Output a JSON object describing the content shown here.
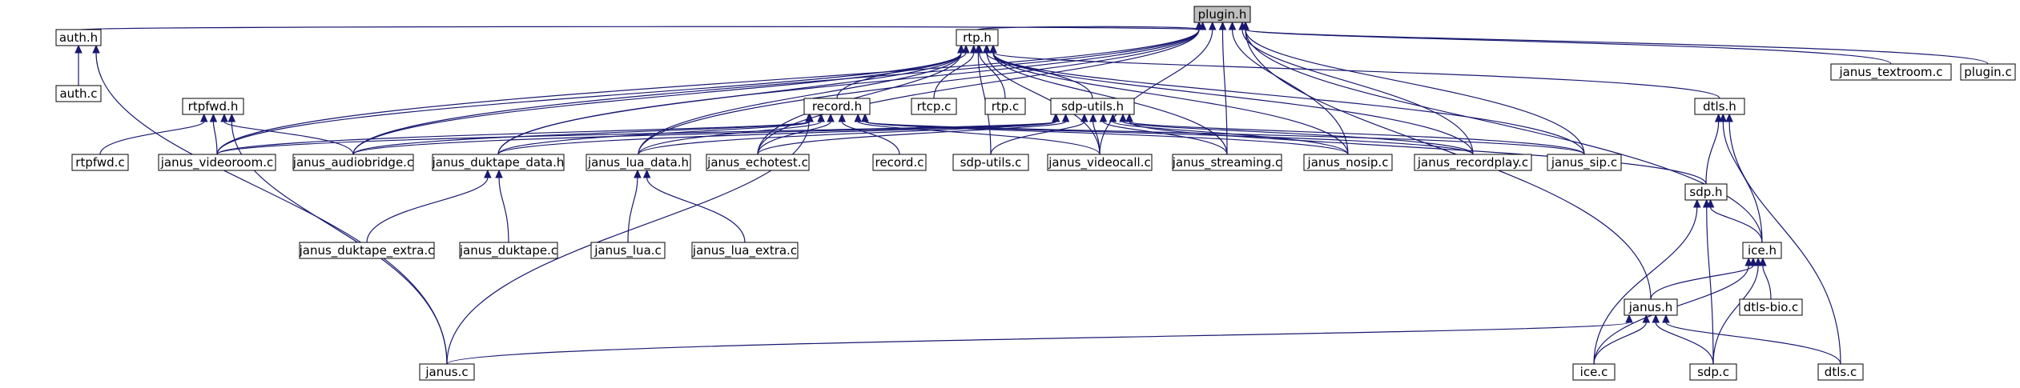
{
  "graph": {
    "title": "",
    "edge_color": "#191970",
    "root_fill": "#bfbfbf",
    "nodes": [
      {
        "id": "plugin_h",
        "label": "plugin.h",
        "root": true
      },
      {
        "id": "auth_h",
        "label": "auth.h"
      },
      {
        "id": "rtp_h",
        "label": "rtp.h"
      },
      {
        "id": "janus_textroom_c",
        "label": "janus_textroom.c"
      },
      {
        "id": "plugin_c",
        "label": "plugin.c"
      },
      {
        "id": "auth_c",
        "label": "auth.c"
      },
      {
        "id": "rtpfwd_h",
        "label": "rtpfwd.h"
      },
      {
        "id": "record_h",
        "label": "record.h"
      },
      {
        "id": "rtcp_c",
        "label": "rtcp.c"
      },
      {
        "id": "rtp_c",
        "label": "rtp.c"
      },
      {
        "id": "sdp_utils_h",
        "label": "sdp-utils.h"
      },
      {
        "id": "dtls_h",
        "label": "dtls.h"
      },
      {
        "id": "rtpfwd_c",
        "label": "rtpfwd.c"
      },
      {
        "id": "janus_videoroom_c",
        "label": "janus_videoroom.c"
      },
      {
        "id": "janus_audiobridge_c",
        "label": "janus_audiobridge.c"
      },
      {
        "id": "janus_duktape_data_h",
        "label": "janus_duktape_data.h"
      },
      {
        "id": "janus_lua_data_h",
        "label": "janus_lua_data.h"
      },
      {
        "id": "janus_echotest_c",
        "label": "janus_echotest.c"
      },
      {
        "id": "record_c",
        "label": "record.c"
      },
      {
        "id": "sdp_utils_c",
        "label": "sdp-utils.c"
      },
      {
        "id": "janus_videocall_c",
        "label": "janus_videocall.c"
      },
      {
        "id": "janus_streaming_c",
        "label": "janus_streaming.c"
      },
      {
        "id": "janus_nosip_c",
        "label": "janus_nosip.c"
      },
      {
        "id": "janus_recordplay_c",
        "label": "janus_recordplay.c"
      },
      {
        "id": "janus_sip_c",
        "label": "janus_sip.c"
      },
      {
        "id": "sdp_h",
        "label": "sdp.h"
      },
      {
        "id": "janus_duktape_extra_c",
        "label": "janus_duktape_extra.c"
      },
      {
        "id": "janus_duktape_c",
        "label": "janus_duktape.c"
      },
      {
        "id": "janus_lua_c",
        "label": "janus_lua.c"
      },
      {
        "id": "janus_lua_extra_c",
        "label": "janus_lua_extra.c"
      },
      {
        "id": "ice_h",
        "label": "ice.h"
      },
      {
        "id": "janus_h",
        "label": "janus.h"
      },
      {
        "id": "dtls_bio_c",
        "label": "dtls-bio.c"
      },
      {
        "id": "janus_c",
        "label": "janus.c"
      },
      {
        "id": "ice_c",
        "label": "ice.c"
      },
      {
        "id": "sdp_c",
        "label": "sdp.c"
      },
      {
        "id": "dtls_c",
        "label": "dtls.c"
      }
    ],
    "edges": [
      [
        "plugin_h",
        "auth_h"
      ],
      [
        "plugin_h",
        "rtp_h"
      ],
      [
        "plugin_h",
        "janus_textroom_c"
      ],
      [
        "plugin_h",
        "plugin_c"
      ],
      [
        "plugin_h",
        "janus_videoroom_c"
      ],
      [
        "plugin_h",
        "janus_audiobridge_c"
      ],
      [
        "plugin_h",
        "janus_duktape_data_h"
      ],
      [
        "plugin_h",
        "janus_lua_data_h"
      ],
      [
        "plugin_h",
        "janus_echotest_c"
      ],
      [
        "plugin_h",
        "janus_videocall_c"
      ],
      [
        "plugin_h",
        "janus_streaming_c"
      ],
      [
        "plugin_h",
        "janus_nosip_c"
      ],
      [
        "plugin_h",
        "janus_recordplay_c"
      ],
      [
        "plugin_h",
        "janus_sip_c"
      ],
      [
        "plugin_h",
        "janus_h"
      ],
      [
        "plugin_h",
        "ice_h"
      ],
      [
        "auth_h",
        "auth_c"
      ],
      [
        "auth_h",
        "janus_c"
      ],
      [
        "rtp_h",
        "record_h"
      ],
      [
        "rtp_h",
        "rtcp_c"
      ],
      [
        "rtp_h",
        "rtp_c"
      ],
      [
        "rtp_h",
        "sdp_utils_h"
      ],
      [
        "rtp_h",
        "dtls_h"
      ],
      [
        "rtp_h",
        "janus_videoroom_c"
      ],
      [
        "rtp_h",
        "janus_audiobridge_c"
      ],
      [
        "rtp_h",
        "janus_duktape_data_h"
      ],
      [
        "rtp_h",
        "janus_lua_data_h"
      ],
      [
        "rtp_h",
        "janus_echotest_c"
      ],
      [
        "rtp_h",
        "sdp_utils_c"
      ],
      [
        "rtp_h",
        "janus_videocall_c"
      ],
      [
        "rtp_h",
        "janus_streaming_c"
      ],
      [
        "rtp_h",
        "janus_nosip_c"
      ],
      [
        "rtp_h",
        "janus_recordplay_c"
      ],
      [
        "rtp_h",
        "janus_sip_c"
      ],
      [
        "rtpfwd_h",
        "rtpfwd_c"
      ],
      [
        "rtpfwd_h",
        "janus_videoroom_c"
      ],
      [
        "rtpfwd_h",
        "janus_audiobridge_c"
      ],
      [
        "rtpfwd_h",
        "janus_c"
      ],
      [
        "record_h",
        "janus_videoroom_c"
      ],
      [
        "record_h",
        "janus_audiobridge_c"
      ],
      [
        "record_h",
        "janus_duktape_data_h"
      ],
      [
        "record_h",
        "janus_lua_data_h"
      ],
      [
        "record_h",
        "janus_echotest_c"
      ],
      [
        "record_h",
        "record_c"
      ],
      [
        "record_h",
        "janus_videocall_c"
      ],
      [
        "record_h",
        "janus_nosip_c"
      ],
      [
        "record_h",
        "janus_recordplay_c"
      ],
      [
        "record_h",
        "janus_sip_c"
      ],
      [
        "record_h",
        "janus_c"
      ],
      [
        "sdp_utils_h",
        "janus_videoroom_c"
      ],
      [
        "sdp_utils_h",
        "janus_audiobridge_c"
      ],
      [
        "sdp_utils_h",
        "janus_duktape_data_h"
      ],
      [
        "sdp_utils_h",
        "janus_lua_data_h"
      ],
      [
        "sdp_utils_h",
        "janus_echotest_c"
      ],
      [
        "sdp_utils_h",
        "sdp_utils_c"
      ],
      [
        "sdp_utils_h",
        "janus_videocall_c"
      ],
      [
        "sdp_utils_h",
        "janus_streaming_c"
      ],
      [
        "sdp_utils_h",
        "janus_nosip_c"
      ],
      [
        "sdp_utils_h",
        "janus_recordplay_c"
      ],
      [
        "sdp_utils_h",
        "janus_sip_c"
      ],
      [
        "sdp_utils_h",
        "sdp_h"
      ],
      [
        "dtls_h",
        "sdp_h"
      ],
      [
        "dtls_h",
        "ice_h"
      ],
      [
        "dtls_h",
        "dtls_c"
      ],
      [
        "janus_duktape_data_h",
        "janus_duktape_extra_c"
      ],
      [
        "janus_duktape_data_h",
        "janus_duktape_c"
      ],
      [
        "janus_lua_data_h",
        "janus_lua_c"
      ],
      [
        "janus_lua_data_h",
        "janus_lua_extra_c"
      ],
      [
        "sdp_h",
        "ice_h"
      ],
      [
        "sdp_h",
        "ice_c"
      ],
      [
        "sdp_h",
        "sdp_c"
      ],
      [
        "ice_h",
        "janus_h"
      ],
      [
        "ice_h",
        "dtls_bio_c"
      ],
      [
        "ice_h",
        "ice_c"
      ],
      [
        "ice_h",
        "sdp_c"
      ],
      [
        "janus_h",
        "janus_c"
      ],
      [
        "janus_h",
        "ice_c"
      ],
      [
        "janus_h",
        "sdp_c"
      ],
      [
        "janus_h",
        "dtls_c"
      ]
    ]
  }
}
